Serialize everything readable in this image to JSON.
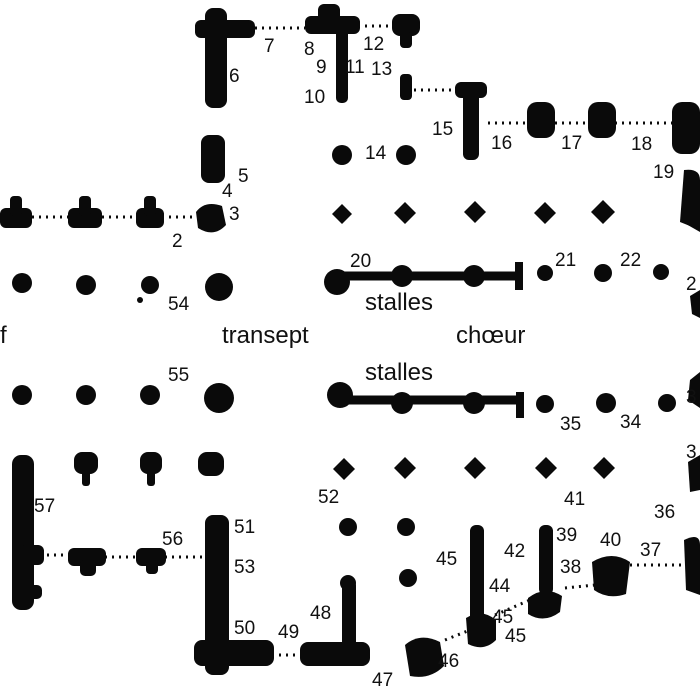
{
  "labels": {
    "nef": "f",
    "transept": "transept",
    "choeur": "chœur",
    "stalles_north": "stalles",
    "stalles_south": "stalles"
  },
  "numbers": [
    "2",
    "3",
    "4",
    "5",
    "6",
    "7",
    "8",
    "9",
    "10",
    "11",
    "12",
    "13",
    "14",
    "15",
    "16",
    "17",
    "18",
    "19",
    "20",
    "21",
    "22",
    "2",
    "35",
    "34",
    "3",
    "3",
    "36",
    "37",
    "38",
    "39",
    "40",
    "41",
    "42",
    "44",
    "45",
    "45",
    "45",
    "46",
    "47",
    "48",
    "49",
    "50",
    "51",
    "52",
    "53",
    "54",
    "55",
    "56",
    "57"
  ],
  "colors": {
    "ink": "#0a0a0a",
    "background": "#ffffff"
  }
}
